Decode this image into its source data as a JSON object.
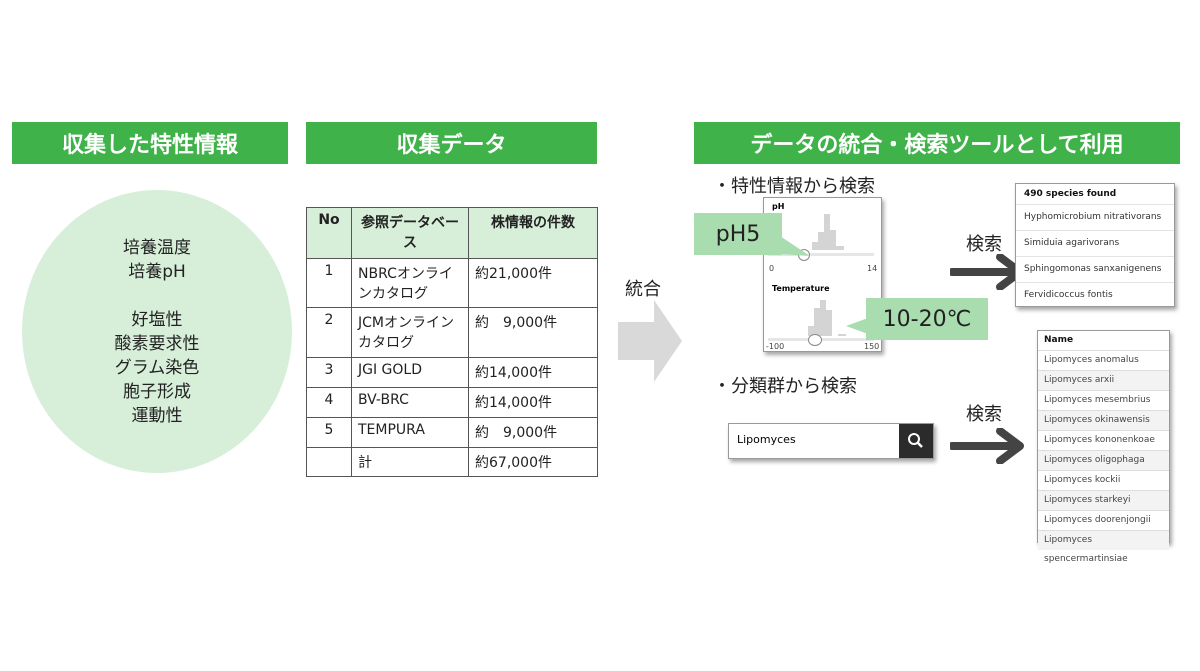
{
  "headers": {
    "collected": "収集した特性情報",
    "data": "収集データ",
    "usage": "データの統合・検索ツールとして利用"
  },
  "traits": [
    "培養温度",
    "培養pH",
    "",
    "好塩性",
    "酸素要求性",
    "グラム染色",
    "胞子形成",
    "運動性"
  ],
  "table": {
    "columns": [
      "No",
      "参照データベース",
      "株情報の件数"
    ],
    "rows": [
      [
        "1",
        "NBRCオンラインカタログ",
        "約21,000件"
      ],
      [
        "2",
        "JCMオンラインカタログ",
        "約　9,000件"
      ],
      [
        "3",
        "JGI GOLD",
        "約14,000件"
      ],
      [
        "4",
        "BV-BRC",
        "約14,000件"
      ],
      [
        "5",
        "TEMPURA",
        "約　9,000件"
      ],
      [
        "",
        "計",
        "約67,000件"
      ]
    ]
  },
  "integrate_label": "統合",
  "trait_search": {
    "title": "・特性情報から検索",
    "ph_label": "pH",
    "ph_min": "0",
    "ph_max": "14",
    "temp_label": "Temperature",
    "temp_min": "-100",
    "temp_max": "150",
    "ph_callout": "pH5",
    "temp_callout": "10-20℃",
    "search_label": "検索",
    "results_title": "490 species found",
    "results": [
      "Hyphomicrobium nitrativorans",
      "Simiduia agarivorans",
      "Sphingomonas sanxanigenens",
      "Fervidicoccus fontis"
    ]
  },
  "taxon_search": {
    "title": "・分類群から検索",
    "query": "Lipomyces",
    "search_label": "検索",
    "list_header": "Name",
    "results": [
      "Lipomyces anomalus",
      "Lipomyces arxii",
      "Lipomyces mesembrius",
      "Lipomyces okinawensis",
      "Lipomyces kononenkoae",
      "Lipomyces oligophaga",
      "Lipomyces kockii",
      "Lipomyces starkeyi",
      "Lipomyces doorenjongii",
      "Lipomyces spencermartinsiae"
    ]
  }
}
